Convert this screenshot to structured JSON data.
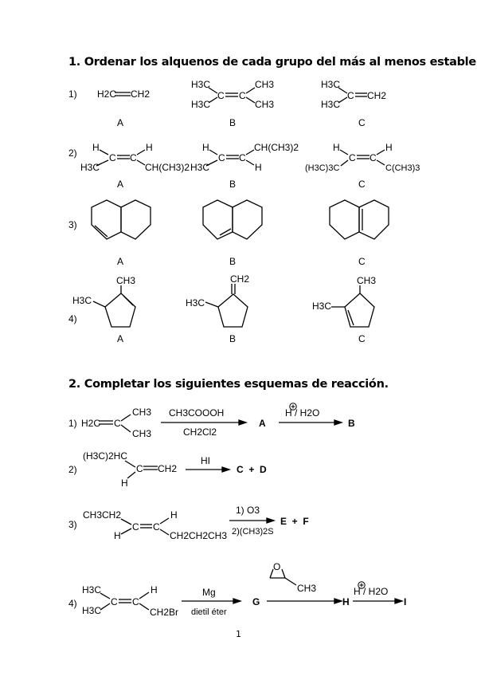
{
  "section1": {
    "title": "1. Ordenar los alquenos de cada grupo del más al menos estable.",
    "groups": [
      {
        "number": "1)",
        "labels": [
          "A",
          "B",
          "C"
        ],
        "molecules": {
          "A": {
            "left": "H2C",
            "right": "CH2"
          },
          "B": {
            "tl": "H3C",
            "bl": "H3C",
            "c1": "C",
            "c2": "C",
            "tr": "CH3",
            "br": "CH3"
          },
          "C": {
            "tl": "H3C",
            "bl": "H3C",
            "c": "C",
            "right": "CH2"
          }
        }
      },
      {
        "number": "2)",
        "labels": [
          "A",
          "B",
          "C"
        ],
        "molecules": {
          "A": {
            "tl": "H",
            "bl": "H3C",
            "c1": "C",
            "c2": "C",
            "tr": "H",
            "br": "CH(CH3)2"
          },
          "B": {
            "tl": "H",
            "bl": "H3C",
            "c1": "C",
            "c2": "C",
            "tr": "CH(CH3)2",
            "br": "H"
          },
          "C": {
            "tl": "H",
            "bl": "(H3C)3C",
            "c1": "C",
            "c2": "C",
            "tr": "H",
            "br": "C(CH3)3"
          }
        }
      },
      {
        "number": "3)",
        "labels": [
          "A",
          "B",
          "C"
        ]
      },
      {
        "number": "4)",
        "labels": [
          "A",
          "B",
          "C"
        ],
        "molecules": {
          "A": {
            "sub1": "CH3",
            "sub2": "H3C"
          },
          "B": {
            "sub1": "CH2",
            "sub2": "H3C"
          },
          "C": {
            "sub1": "CH3",
            "sub2": "H3C"
          }
        }
      }
    ]
  },
  "section2": {
    "title": "2. Completar los siguientes esquemas de reacción.",
    "reactions": [
      {
        "number": "1)",
        "reactant": {
          "left": "H2C",
          "c": "C",
          "tr": "CH3",
          "br": "CH3"
        },
        "arrow1_top": "CH3COOOH",
        "arrow1_bottom": "CH2Cl2",
        "product1": "A",
        "arrow2_top": "H / H2O",
        "product2": "B"
      },
      {
        "number": "2)",
        "reactant": {
          "tl": "(H3C)2HC",
          "c": "C",
          "right": "CH2",
          "bl": "H"
        },
        "arrow_top": "HI",
        "products": "C  +  D"
      },
      {
        "number": "3)",
        "reactant": {
          "tl": "CH3CH2",
          "bl": "H",
          "c1": "C",
          "c2": "C",
          "tr": "H",
          "br": "CH2CH2CH3"
        },
        "arrow_top": "1) O3",
        "arrow_bottom": "2)(CH3)2S",
        "products": "E  +  F"
      },
      {
        "number": "4)",
        "reactant": {
          "tl": "H3C",
          "bl": "H3C",
          "c1": "C",
          "c2": "C",
          "tr": "H",
          "br": "CH2Br"
        },
        "arrow1_top": "Mg",
        "arrow1_bottom": "dietil éter",
        "product1": "G",
        "arrow2_top": "CH3",
        "product2": "H",
        "arrow3_top": "H / H2O",
        "product3": "I"
      }
    ]
  },
  "page_number": "1"
}
